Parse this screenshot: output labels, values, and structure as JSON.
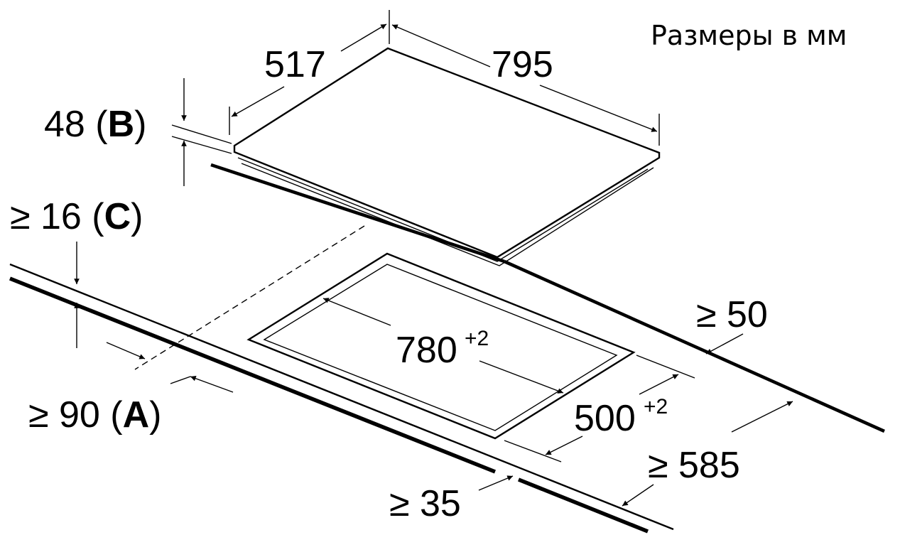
{
  "units_note": "Размеры в мм",
  "dimensions": {
    "hob_depth": "517",
    "hob_width": "795",
    "hob_height": {
      "value": "48",
      "ref": "B"
    },
    "min_worktop_thickness": {
      "value": "≥ 16",
      "ref": "C"
    },
    "min_front_edge_gap": {
      "value": "≥ 90",
      "ref": "A"
    },
    "cutout_width": {
      "value": "780",
      "tolerance": "+2"
    },
    "cutout_depth": {
      "value": "500",
      "tolerance": "+2"
    },
    "min_rear_gap": "≥ 50",
    "min_worktop_depth": "≥ 585",
    "min_front_gap": "≥ 35"
  }
}
